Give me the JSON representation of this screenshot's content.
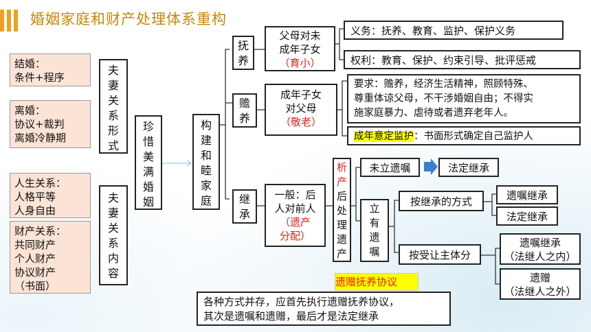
{
  "title": "婚姻家庭和财产处理体系重构",
  "left": {
    "marriage": [
      "结婚：",
      "条件+程序"
    ],
    "divorce": [
      "离婚：",
      "协议+裁判",
      "离婚冷静期"
    ],
    "personal": [
      "人生关系：",
      "人格平等",
      "人身自由"
    ],
    "property": [
      "财产关系：",
      "共同财产",
      "个人财产",
      "协议财产",
      "（书面）"
    ],
    "form_chars": [
      "夫",
      "妻",
      "关",
      "系",
      "形",
      "式"
    ],
    "content_chars": [
      "夫",
      "妻",
      "关",
      "系",
      "内",
      "容"
    ]
  },
  "center": {
    "cherish_chars": [
      "珍",
      "惜",
      "美",
      "满",
      "婚",
      "姻"
    ],
    "build_chars": [
      "构",
      "建",
      "和",
      "睦",
      "家",
      "庭"
    ]
  },
  "support": {
    "chars": [
      "抚",
      "养"
    ],
    "parent_line1": "父母对未",
    "parent_line2": "成年子女",
    "parent_tag": "（育小）",
    "duty": "义务：抚养、教育、监护、保护义务",
    "right": "权利：教育、保护、约束引导、批评惩戒"
  },
  "elder": {
    "chars": [
      "赡",
      "养"
    ],
    "child_line1": "成年子女",
    "child_line2": "对父母",
    "child_tag": "（敬老）",
    "req1": "要求：赡养，经济生活精神，照顾特殊、",
    "req2": "尊重体谅父母，不干涉婚姻自由；不得实",
    "req3": "施家庭暴力、虐待或者遗弃老年人。",
    "guardian_hl": "成年意定监护",
    "guardian_rest": "：书面形式确定自己监护人"
  },
  "inherit": {
    "chars": [
      "继",
      "承"
    ],
    "general_line1": "一般：后",
    "general_line2": "人对前人",
    "general_tag1": "（遗产",
    "general_tag2": "分配）",
    "analysis_red": [
      "析",
      "产"
    ],
    "analysis_rest": [
      "后",
      "处",
      "理",
      "遗",
      "产"
    ],
    "no_will": "未立遗嘱",
    "legal": "法定继承",
    "will_chars": [
      "立",
      "有",
      "遗",
      "嘱"
    ],
    "by_method": "按继承的方式",
    "by_subject": "按受让主体分",
    "will_inherit": "遗嘱继承",
    "legal_inherit": "法定继承",
    "will_inherit2_line1": "遗嘱继承",
    "will_inherit2_line2": "（法继人之内）",
    "bequest_line1": "遗赠",
    "bequest_line2": "（法继人之外）",
    "agreement": "遗赠抚养协议",
    "note_line1": "各种方式并存，应首先执行遗赠抚养协议，",
    "note_line2": "其次是遗嘱和遗赠，最后才是法定继承"
  },
  "colors": {
    "accent": "#f0a020",
    "title": "#c8860a",
    "peach": "#fbe3d6",
    "red": "#e0201b",
    "highlight": "#ffff00"
  }
}
